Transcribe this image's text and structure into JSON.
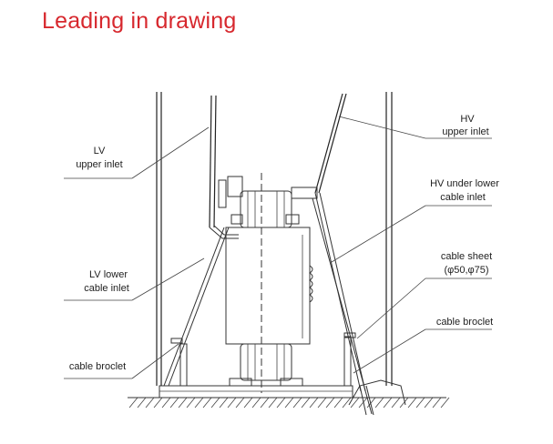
{
  "title": "Leading in drawing",
  "colors": {
    "title": "#d7282e",
    "lines": "#333333"
  },
  "labels": {
    "lv_upper_inlet": [
      "LV",
      "upper inlet"
    ],
    "lv_lower_cable_inlet": [
      "LV lower",
      "cable inlet"
    ],
    "cable_broclet_left": [
      "cable broclet"
    ],
    "hv_upper_inlet": [
      "HV",
      "upper inlet"
    ],
    "hv_under_lower_cable_inlet": [
      "HV under lower",
      "cable inlet"
    ],
    "cable_sheet": [
      "cable sheet",
      "(φ50,φ75)"
    ],
    "cable_broclet_right": [
      "cable broclet"
    ]
  }
}
